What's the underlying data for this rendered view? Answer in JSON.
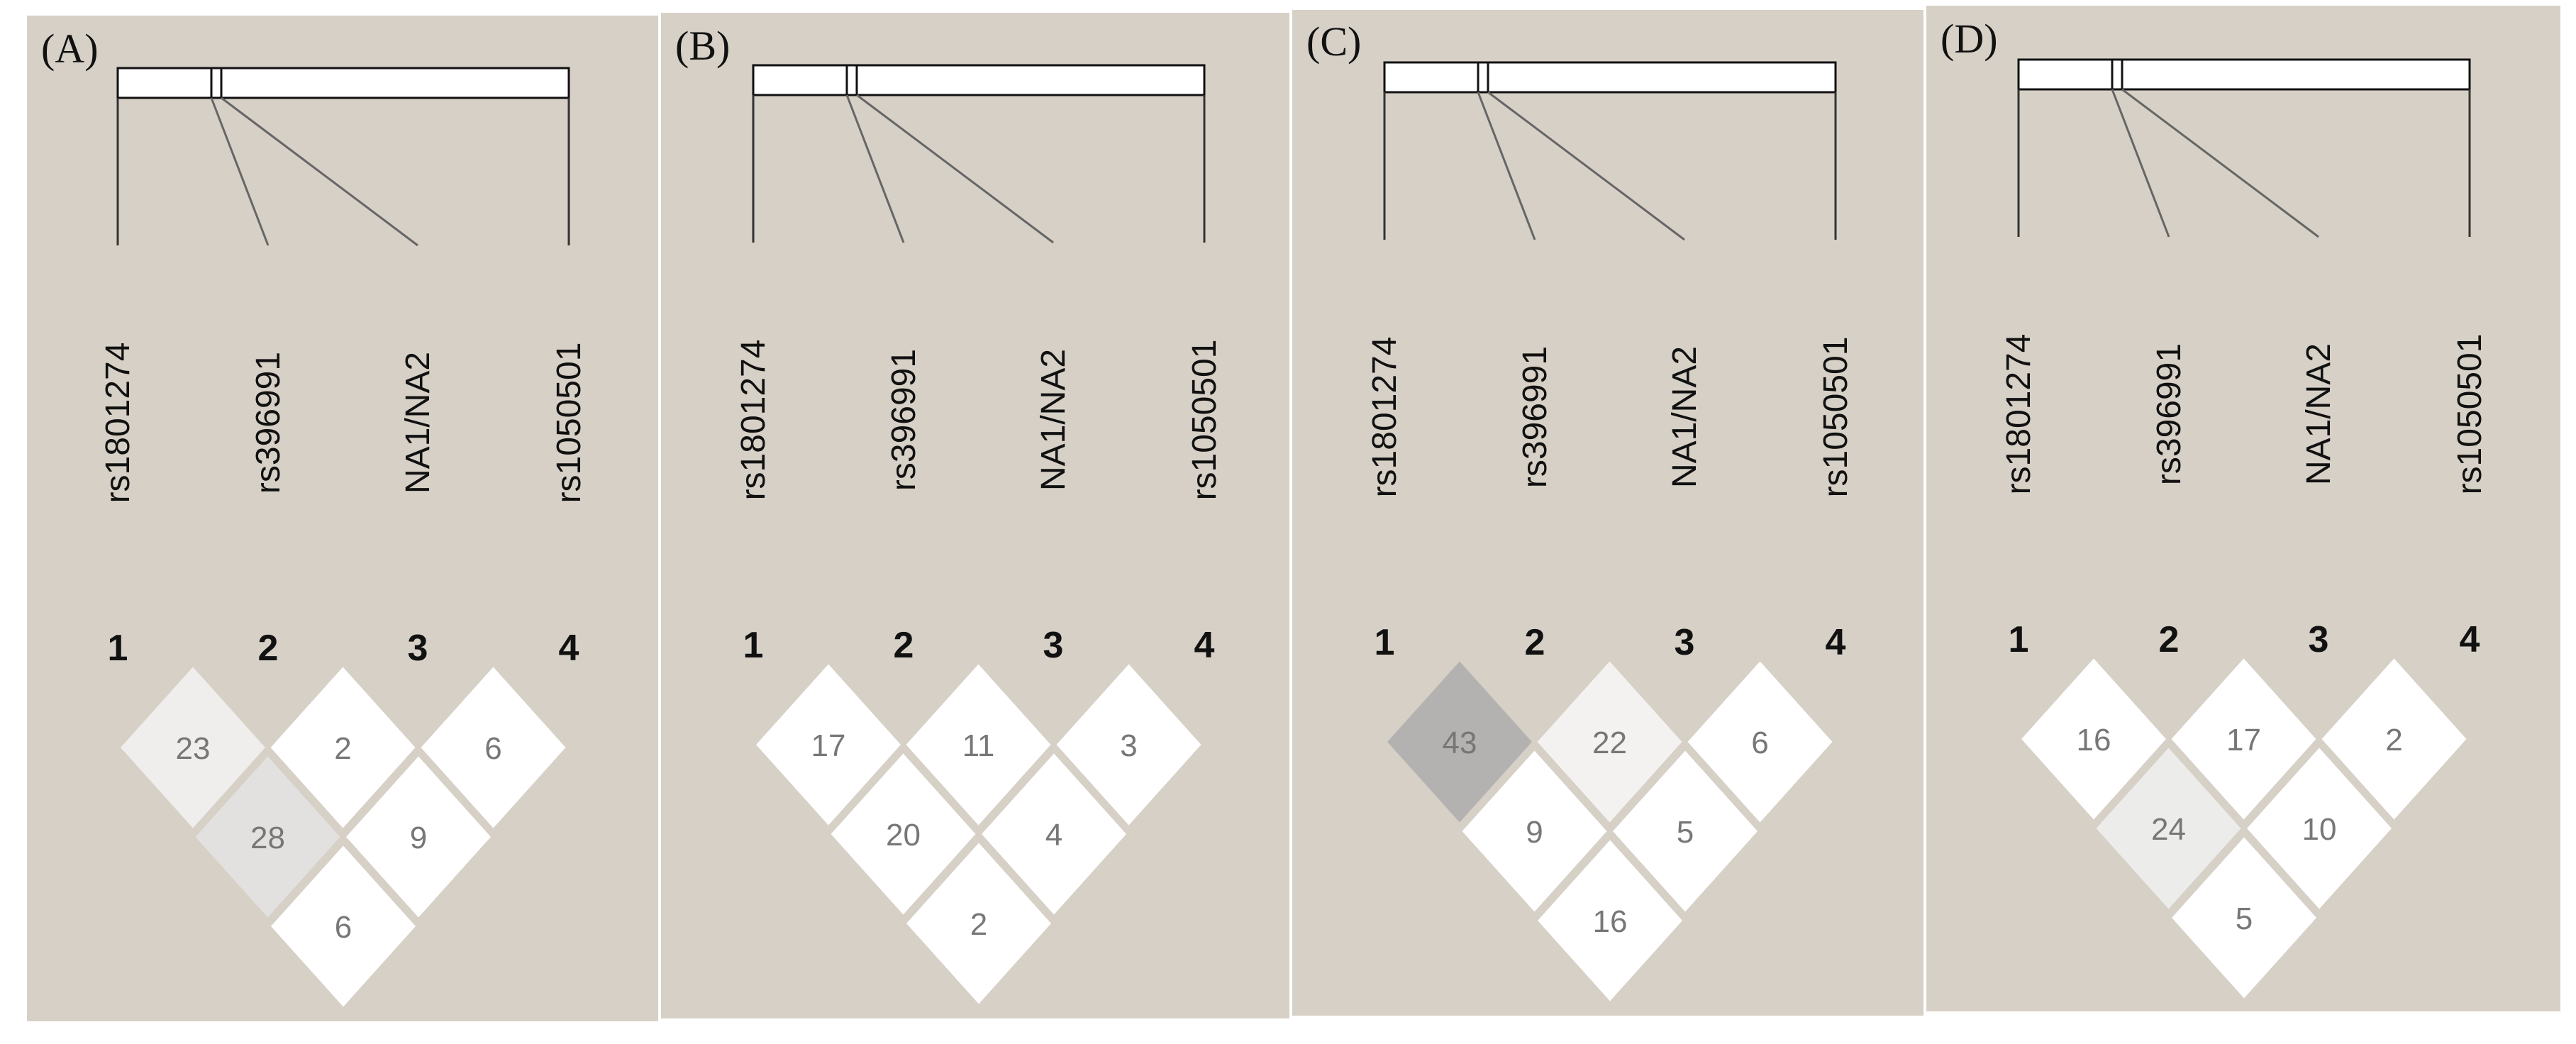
{
  "figure": {
    "snps": [
      "rs1801274",
      "rs396991",
      "NA1/NA2",
      "rs1050501"
    ],
    "marker_numbers": [
      "1",
      "2",
      "3",
      "4"
    ],
    "panels": [
      {
        "label": "(A)",
        "ld": {
          "1-2": "23",
          "2-3": "2",
          "3-4": "6",
          "1-3": "28",
          "2-4": "9",
          "1-4": "6"
        },
        "shade": {
          "1-2": "#efeeed",
          "2-3": "#ffffff",
          "3-4": "#ffffff",
          "1-3": "#e2e1df",
          "2-4": "#ffffff",
          "1-4": "#ffffff"
        }
      },
      {
        "label": "(B)",
        "ld": {
          "1-2": "17",
          "2-3": "11",
          "3-4": "3",
          "1-3": "20",
          "2-4": "4",
          "1-4": "2"
        },
        "shade": {
          "1-2": "#ffffff",
          "2-3": "#ffffff",
          "3-4": "#ffffff",
          "1-3": "#ffffff",
          "2-4": "#ffffff",
          "1-4": "#ffffff"
        }
      },
      {
        "label": "(C)",
        "ld": {
          "1-2": "43",
          "2-3": "22",
          "3-4": "6",
          "1-3": "9",
          "2-4": "5",
          "1-4": "16"
        },
        "shade": {
          "1-2": "#b3b2b1",
          "2-3": "#f3f2f1",
          "3-4": "#ffffff",
          "1-3": "#ffffff",
          "2-4": "#ffffff",
          "1-4": "#ffffff"
        }
      },
      {
        "label": "(D)",
        "ld": {
          "1-2": "16",
          "2-3": "17",
          "3-4": "2",
          "1-3": "24",
          "2-4": "10",
          "1-4": "5"
        },
        "shade": {
          "1-2": "#ffffff",
          "2-3": "#ffffff",
          "3-4": "#ffffff",
          "1-3": "#ececeb",
          "2-4": "#ffffff",
          "1-4": "#ffffff"
        }
      }
    ]
  }
}
